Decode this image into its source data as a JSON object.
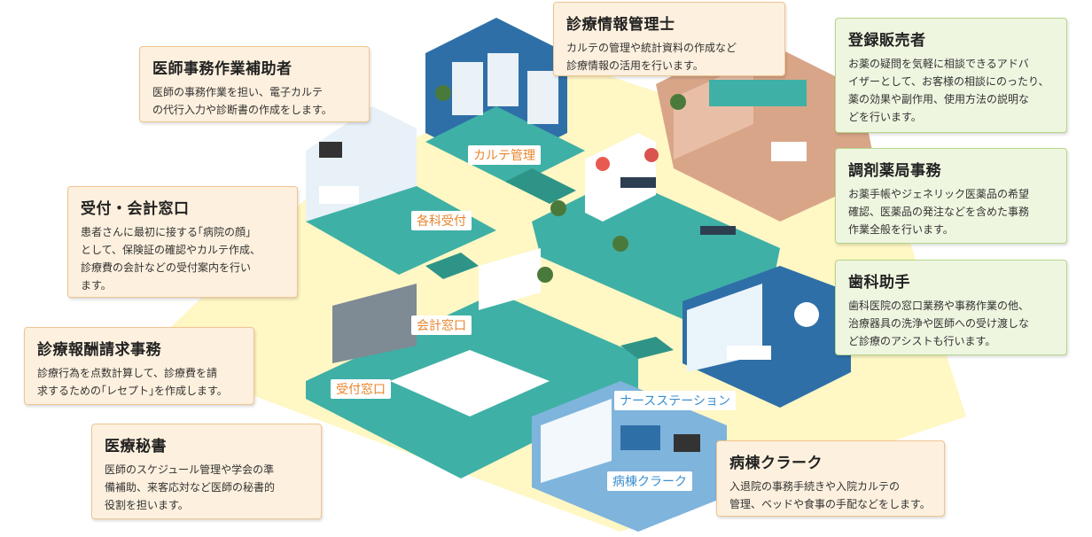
{
  "colors": {
    "floor_teal": "#3fb0a6",
    "floor_blue": "#2f6fa8",
    "floor_brown": "#d9a588",
    "floor_lightblue": "#7fb4dc",
    "background_yellow": "#fff7c4",
    "label_orange": "#e8842c",
    "label_blue": "#3a8fd0"
  },
  "cards": {
    "ishi_jimu": {
      "title": "医師事務作業補助者",
      "desc": "医師の事務作業を担い、電子カルテ\nの代行入力や診断書の作成をします。"
    },
    "uketsuke": {
      "title": "受付・会計窓口",
      "desc": "患者さんに最初に接する｢病院の顔｣\nとして、保険証の確認やカルテ作成、\n診療費の会計などの受付案内を行い\nます。"
    },
    "shinryo_hoshu": {
      "title": "診療報酬請求事務",
      "desc": "診療行為を点数計算して、診療費を請\n求するための｢レセプト｣を作成します。"
    },
    "iryo_hisho": {
      "title": "医療秘書",
      "desc": "医師のスケジュール管理や学会の準\n備補助、来客応対など医師の秘書的\n役割を担います。"
    },
    "shinryo_joho": {
      "title": "診療情報管理士",
      "desc": "カルテの管理や統計資料の作成など\n診療情報の活用を行います。"
    },
    "toroku_hanbai": {
      "title": "登録販売者",
      "desc": "お薬の疑問を気軽に相談できるアドバ\nイザーとして、お客様の相談にのったり、\n薬の効果や副作用、使用方法の説明な\nどを行います。"
    },
    "chozai_yakkyoku": {
      "title": "調剤薬局事務",
      "desc": "お薬手帳やジェネリック医薬品の希望\n確認、医薬品の発注などを含めた事務\n作業全般を行います。"
    },
    "shika_joshu": {
      "title": "歯科助手",
      "desc": "歯科医院の窓口業務や事務作業の他、\n治療器具の洗浄や医師への受け渡しな\nど診療のアシストも行います。"
    },
    "byoto_clerk": {
      "title": "病棟クラーク",
      "desc": "入退院の事務手続きや入院カルテの\n管理、ベッドや食事の手配などをします。"
    }
  },
  "room_labels": {
    "karte": "カルテ管理",
    "kakka": "各科受付",
    "kaikei": "会計窓口",
    "uketsuke": "受付窓口",
    "nurse": "ナースステーション",
    "byoto": "病棟クラーク"
  }
}
